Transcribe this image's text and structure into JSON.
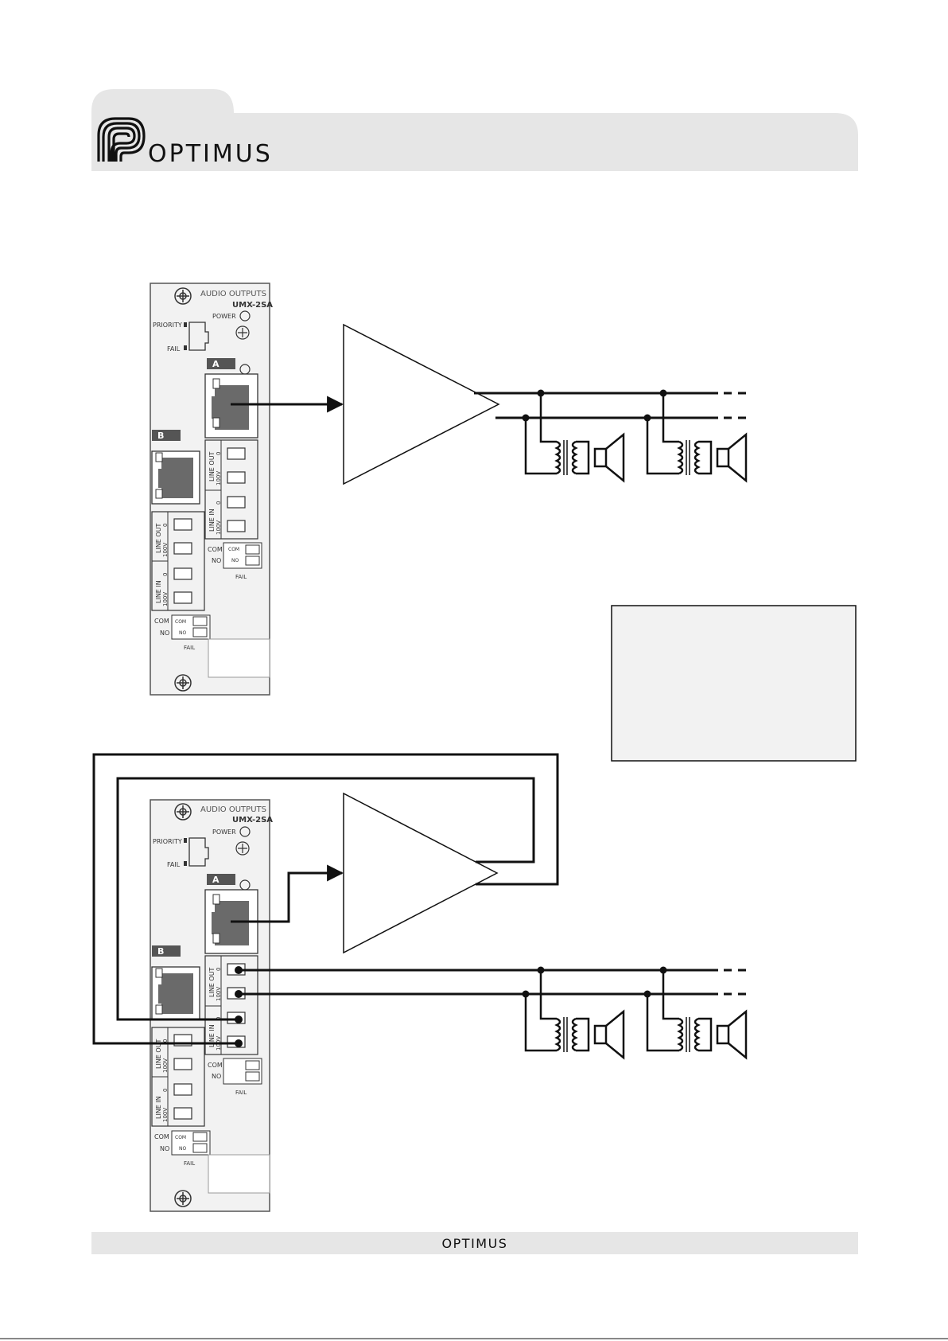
{
  "header": {
    "brand": "OPTIMUS"
  },
  "footer": {
    "brand": "OPTIMUS"
  },
  "module": {
    "section_title": "AUDIO OUTPUTS",
    "model": "UMX-2SA",
    "power_label": "POWER",
    "priority_label": "PRIORITY",
    "fail_label": "FAIL",
    "channel_a": "A",
    "channel_b": "B",
    "line_out": "LINE OUT",
    "line_in": "LINE IN",
    "v100": "100V",
    "v0": "0",
    "com": "COM",
    "no": "NO"
  },
  "colors": {
    "header_band": "#e6e6e6",
    "module_fill": "#f2f2f2",
    "jack_fill": "#6a6a6a",
    "info_box_fill": "#f2f2f2",
    "line": "#111111"
  }
}
